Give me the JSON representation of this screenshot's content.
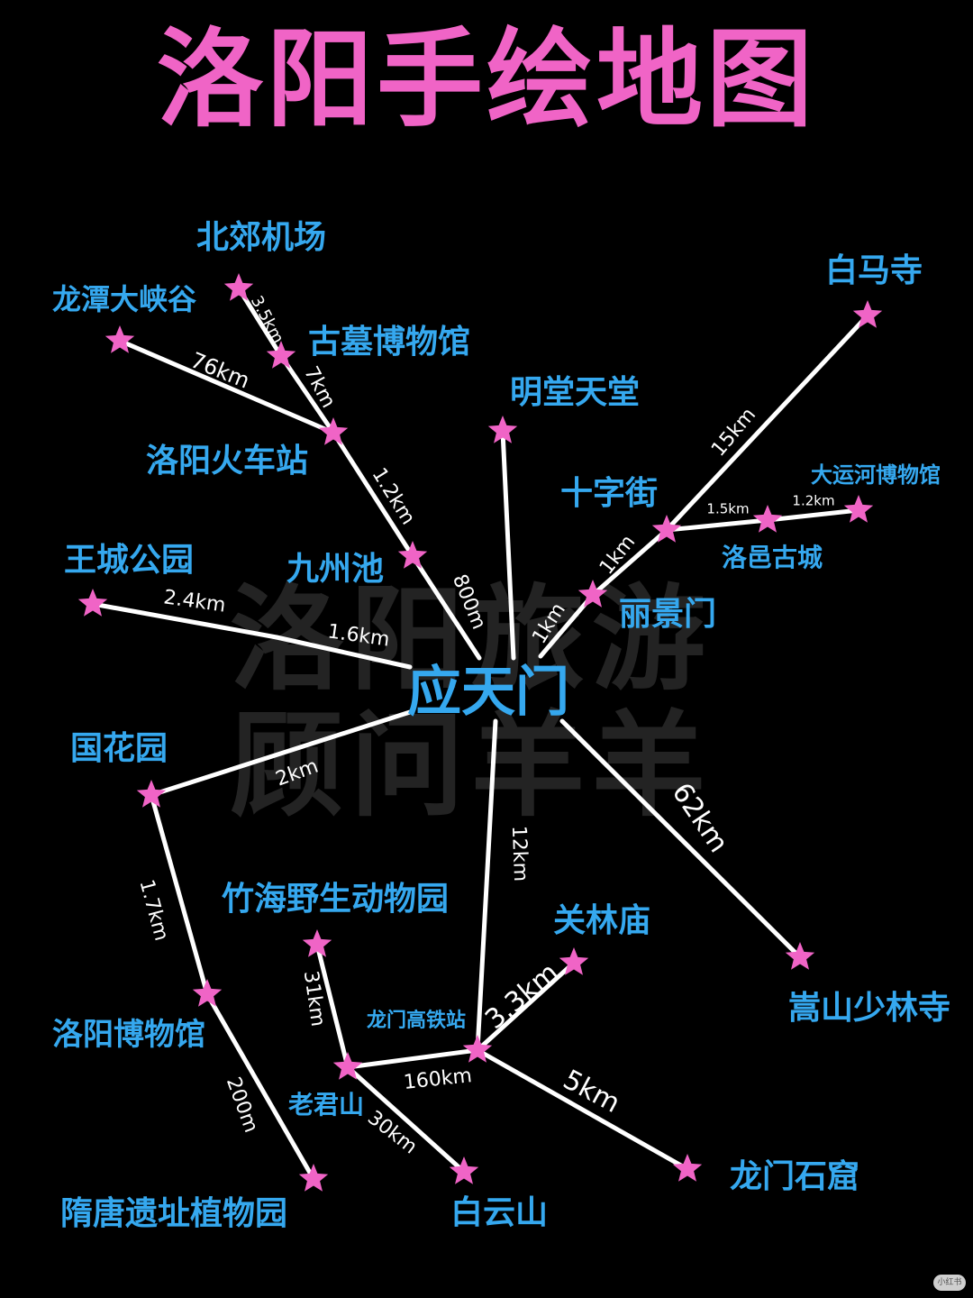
{
  "title": "洛阳手绘地图",
  "watermark": {
    "line1": "洛阳旅游",
    "line2": "顾问羊羊"
  },
  "badge": "小红书",
  "colors": {
    "background": "#000000",
    "title": "#f064c6",
    "place_label": "#35a8ef",
    "route": "#ffffff",
    "star": "#f064c6",
    "watermark": "#232323"
  },
  "places": [
    {
      "id": "yingtianmen",
      "name": "应天门",
      "marker": false
    },
    {
      "id": "beijiao",
      "name": "北郊机场",
      "marker": true
    },
    {
      "id": "longtan",
      "name": "龙潭大峡谷",
      "marker": true
    },
    {
      "id": "gumu",
      "name": "古墓博物馆",
      "marker": true
    },
    {
      "id": "huochezhan",
      "name": "洛阳火车站",
      "marker": true
    },
    {
      "id": "jiuzhouchi",
      "name": "九州池",
      "marker": true
    },
    {
      "id": "wangcheng",
      "name": "王城公园",
      "marker": true
    },
    {
      "id": "mingtang",
      "name": "明堂天堂",
      "marker": true
    },
    {
      "id": "baimasi",
      "name": "白马寺",
      "marker": true
    },
    {
      "id": "shizijie",
      "name": "十字街",
      "marker": true
    },
    {
      "id": "dayunhe",
      "name": "大运河博物馆",
      "marker": true
    },
    {
      "id": "luoyi",
      "name": "洛邑古城",
      "marker": true
    },
    {
      "id": "lijingmen",
      "name": "丽景门",
      "marker": true
    },
    {
      "id": "guohuayuan",
      "name": "国花园",
      "marker": true
    },
    {
      "id": "luoyangbowuguan",
      "name": "洛阳博物馆",
      "marker": true
    },
    {
      "id": "suitang",
      "name": "隋唐遗址植物园",
      "marker": true
    },
    {
      "id": "zhuhai",
      "name": "竹海野生动物园",
      "marker": true
    },
    {
      "id": "laojunshan",
      "name": "老君山",
      "marker": true
    },
    {
      "id": "baiyunshan",
      "name": "白云山",
      "marker": true
    },
    {
      "id": "longmengaotie",
      "name": "龙门高铁站",
      "marker": true
    },
    {
      "id": "guanlinmiao",
      "name": "关林庙",
      "marker": true
    },
    {
      "id": "longmenshiku",
      "name": "龙门石窟",
      "marker": true
    },
    {
      "id": "songshan",
      "name": "嵩山少林寺",
      "marker": true
    }
  ],
  "routes": [
    {
      "from": "北郊机场",
      "to": "古墓博物馆",
      "distance": "3.5km"
    },
    {
      "from": "古墓博物馆",
      "to": "洛阳火车站",
      "distance": "7km"
    },
    {
      "from": "龙潭大峡谷",
      "to": "洛阳火车站",
      "distance": "76km"
    },
    {
      "from": "洛阳火车站",
      "to": "九州池",
      "distance": "1.2km"
    },
    {
      "from": "九州池",
      "to": "应天门",
      "distance": "800m"
    },
    {
      "from": "王城公园",
      "to": "应天门",
      "distance": "2.4km"
    },
    {
      "from": "王城公园",
      "to": "应天门",
      "distance": "1.6km"
    },
    {
      "from": "明堂天堂",
      "to": "应天门",
      "distance": ""
    },
    {
      "from": "应天门",
      "to": "丽景门",
      "distance": "1km"
    },
    {
      "from": "丽景门",
      "to": "十字街",
      "distance": "1km"
    },
    {
      "from": "十字街",
      "to": "白马寺",
      "distance": "15km"
    },
    {
      "from": "十字街",
      "to": "洛邑古城",
      "distance": "1.5km"
    },
    {
      "from": "洛邑古城",
      "to": "大运河博物馆",
      "distance": "1.2km"
    },
    {
      "from": "应天门",
      "to": "国花园",
      "distance": "2km"
    },
    {
      "from": "国花园",
      "to": "洛阳博物馆",
      "distance": "1.7km"
    },
    {
      "from": "洛阳博物馆",
      "to": "隋唐遗址植物园",
      "distance": "200m"
    },
    {
      "from": "应天门",
      "to": "龙门高铁站",
      "distance": "12km"
    },
    {
      "from": "应天门",
      "to": "嵩山少林寺",
      "distance": "62km"
    },
    {
      "from": "龙门高铁站",
      "to": "关林庙",
      "distance": "3.3km"
    },
    {
      "from": "龙门高铁站",
      "to": "龙门石窟",
      "distance": "5km"
    },
    {
      "from": "龙门高铁站",
      "to": "老君山",
      "distance": "160km"
    },
    {
      "from": "竹海野生动物园",
      "to": "老君山",
      "distance": "31km"
    },
    {
      "from": "老君山",
      "to": "白云山",
      "distance": "30km"
    }
  ]
}
